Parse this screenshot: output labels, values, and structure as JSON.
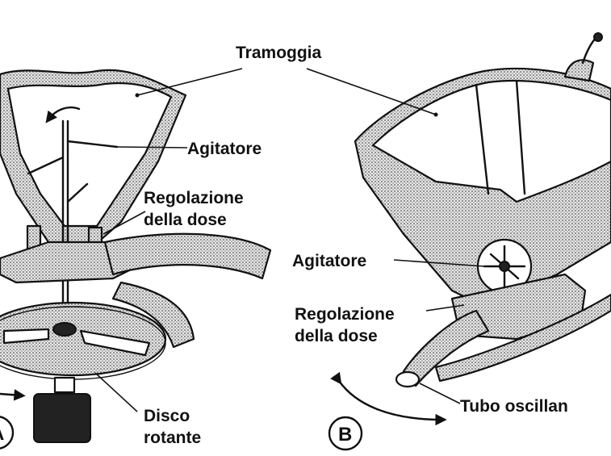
{
  "labels": {
    "hopper": "Tramoggia",
    "agitator_a": "Agitatore",
    "dose_a_line1": "Regolazione",
    "dose_a_line2": "della dose",
    "disc_line1": "Disco",
    "disc_line2": "rotante",
    "agitator_b": "Agitatore",
    "dose_b_line1": "Regolazione",
    "dose_b_line2": "della dose",
    "tube": "Tubo oscillan"
  },
  "panels": {
    "a": "A",
    "b": "B"
  },
  "colors": {
    "ink": "#111111",
    "background": "#ffffff"
  }
}
